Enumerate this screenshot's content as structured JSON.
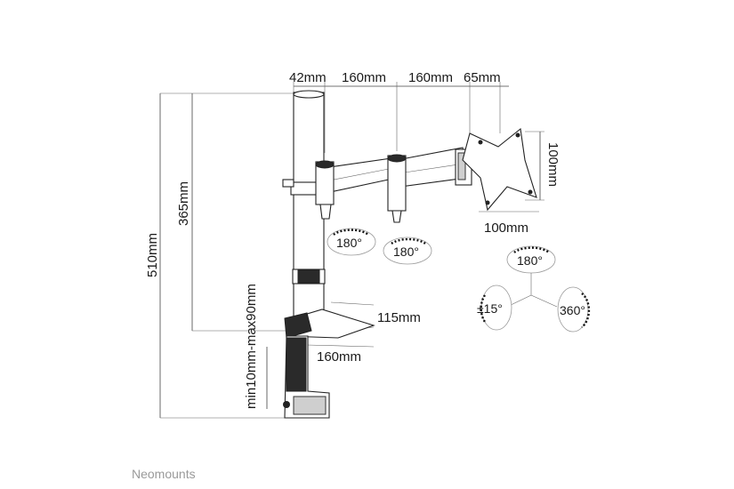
{
  "dimensions": {
    "pole_diameter": "42mm",
    "arm_segment_1": "160mm",
    "arm_segment_2": "160mm",
    "head_depth": "65mm",
    "vesa_height": "100mm",
    "vesa_width": "100mm",
    "total_height": "510mm",
    "arm_height": "365mm",
    "clamp_range": "min10mm-max90mm",
    "base_depth": "115mm",
    "base_width": "160mm"
  },
  "rotations": {
    "joint_1": "180°",
    "joint_2": "180°",
    "head_swivel": "180°",
    "tilt": "±15°",
    "rotate": "360°"
  },
  "brand": {
    "name": "Neomounts",
    "color": "#9a9a9a"
  }
}
